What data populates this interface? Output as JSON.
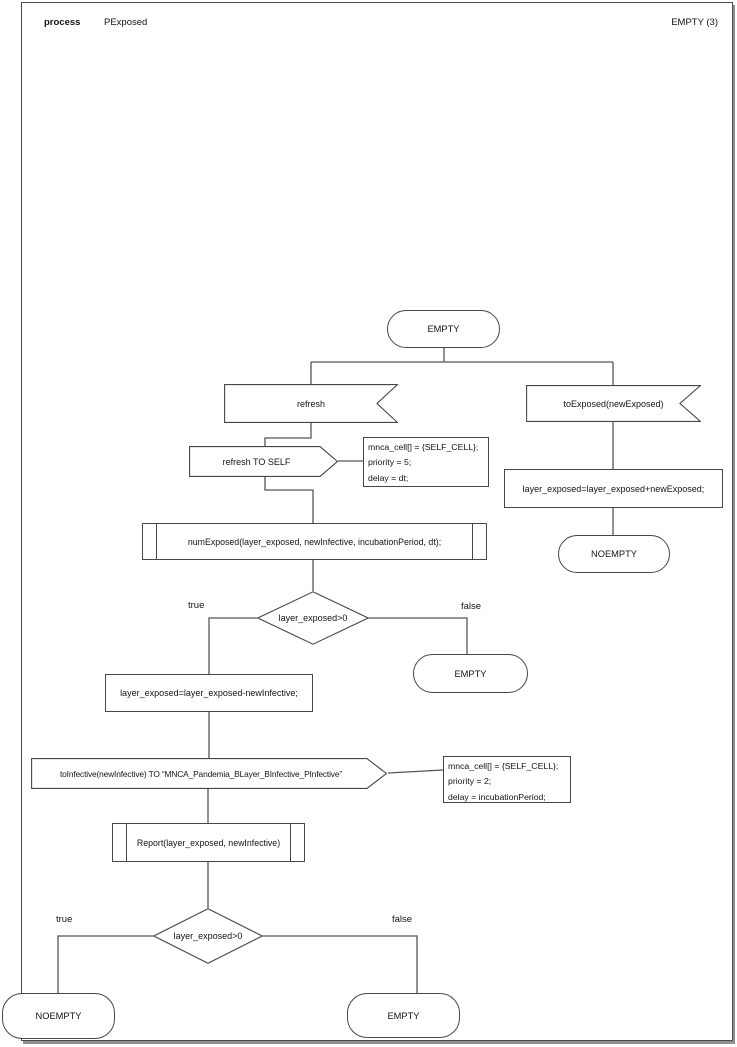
{
  "header": {
    "kind": "process",
    "name": "PExposed",
    "corner": "EMPTY (3)"
  },
  "nodes": {
    "start_state": "EMPTY",
    "receive_refresh": "refresh",
    "receive_to_exposed": "toExposed(newExposed)",
    "send_refresh_to_self": "refresh TO SELF",
    "note_refresh": {
      "lines": [
        "mnca_cell[] = {SELF_CELL};",
        "priority = 5;",
        "delay = dt;"
      ]
    },
    "assign_add": "layer_exposed=layer_exposed+newExposed;",
    "state_noempty_right": "NOEMPTY",
    "proc_num_exposed": "numExposed(layer_exposed, newInfective, incubationPeriod, dt);",
    "decision_top": {
      "text": "layer_exposed>0",
      "true_label": "true",
      "false_label": "false"
    },
    "state_empty_mid": "EMPTY",
    "assign_sub": "layer_exposed=layer_exposed-newInfective;",
    "send_to_infective": "toInfective(newInfective) TO “MNCA_Pandemia_BLayer_BInfective_PInfective”",
    "note_to_infective": {
      "lines": [
        "mnca_cell[] = {SELF_CELL};",
        "priority = 2;",
        "delay = incubationPeriod;"
      ]
    },
    "proc_report": "Report(layer_exposed, newInfective)",
    "decision_bottom": {
      "text": "layer_exposed>0",
      "true_label": "true",
      "false_label": "false"
    },
    "state_noempty_bottom": "NOEMPTY",
    "state_empty_bottom": "EMPTY"
  }
}
